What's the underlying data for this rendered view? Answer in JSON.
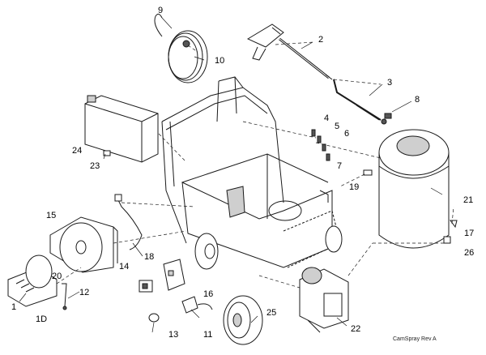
{
  "callouts": {
    "c1": "1",
    "c1d": "1D",
    "c2": "2",
    "c3": "3",
    "c4": "4",
    "c5": "5",
    "c6": "6",
    "c7": "7",
    "c8": "8",
    "c9": "9",
    "c10": "10",
    "c11": "11",
    "c12": "12",
    "c13": "13",
    "c14": "14",
    "c15": "15",
    "c16": "16",
    "c17": "17",
    "c18": "18",
    "c19": "19",
    "c20": "20",
    "c21": "21",
    "c22": "22",
    "c23": "23",
    "c24": "24",
    "c25": "25",
    "c26": "26"
  },
  "footer": {
    "revision": "CamSpray Rev A"
  },
  "colors": {
    "line": "#1a1a1a",
    "fill": "#ffffff",
    "shade": "#cfcfcf",
    "dark": "#555555"
  }
}
